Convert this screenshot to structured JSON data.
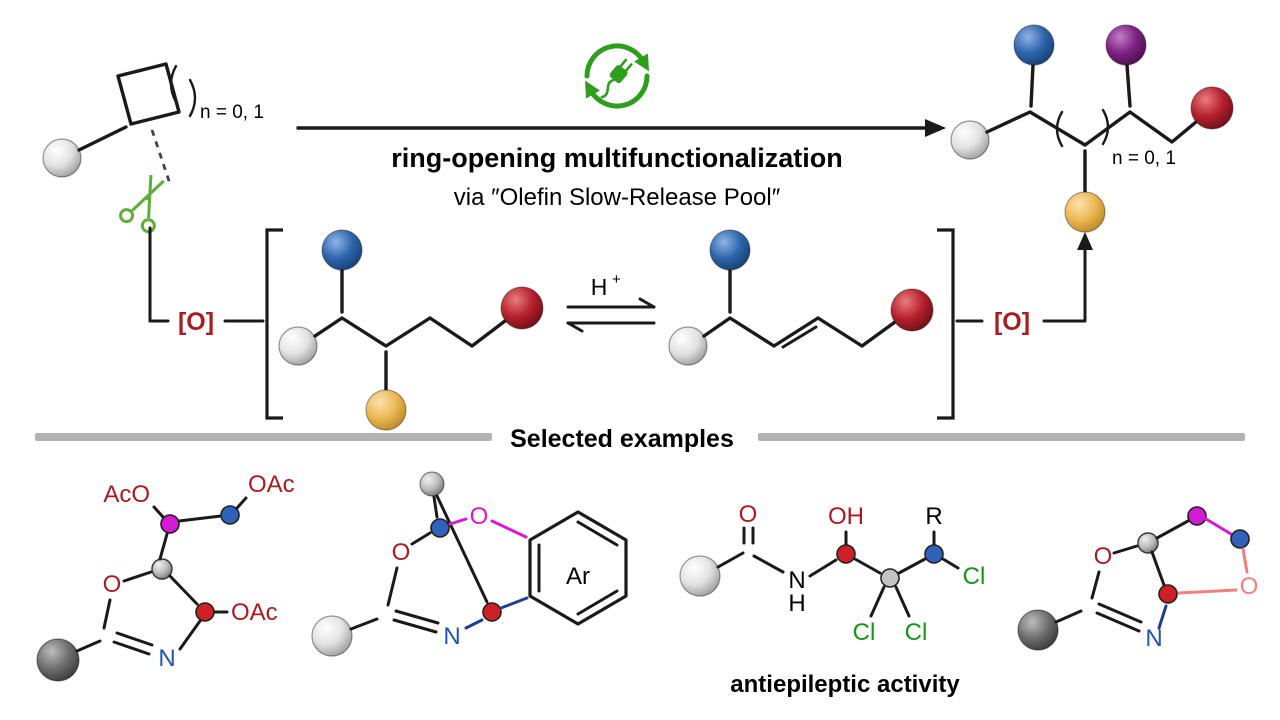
{
  "colors": {
    "icon_green": "#2f9e1e",
    "scissors_green": "#5fae3a",
    "blue_sphere": "#2b63a5",
    "purple_sphere": "#7d2182",
    "red_sphere": "#b5202c",
    "gold_sphere": "#ecb854",
    "red_text": "#a81c22",
    "blue_text": "#2456a8",
    "green_text": "#189518",
    "magenta": "#d619d6",
    "pink": "#f08080",
    "navy_bond": "#1c3f8f",
    "atom_blue": "#2f62b8",
    "atom_red": "#cf2027",
    "atom_gray": "#c3c3c3",
    "divider_gray": "#b3b3b3"
  },
  "scheme": {
    "substrate_repeat_label": "n = 0, 1",
    "title": "ring-opening multifunctionalization",
    "subtitle": "via ″Olefin Slow-Release Pool″",
    "product_repeat_label": "n = 0, 1",
    "oxidant_left": "[O]",
    "oxidant_right": "[O]",
    "acid_symbol": "H",
    "acid_charge": "+",
    "divider_label": "Selected examples"
  },
  "examples": {
    "example1": {
      "label_aco": "AcO",
      "label_oac_top": "OAc",
      "label_oac_right": "OAc",
      "label_o": "O",
      "label_n": "N"
    },
    "example2": {
      "label_o_ring": "O",
      "label_o_aryl": "O",
      "label_ar": "Ar",
      "label_n": "N"
    },
    "example3": {
      "label_o": "O",
      "label_oh": "OH",
      "label_r": "R",
      "label_n": "N",
      "label_h": "H",
      "label_cl_left": "Cl",
      "label_cl_mid": "Cl",
      "label_cl_right": "Cl",
      "caption": "antiepileptic activity"
    },
    "example4": {
      "label_o_ring": "O",
      "label_o_pink": "O",
      "label_n": "N"
    }
  }
}
